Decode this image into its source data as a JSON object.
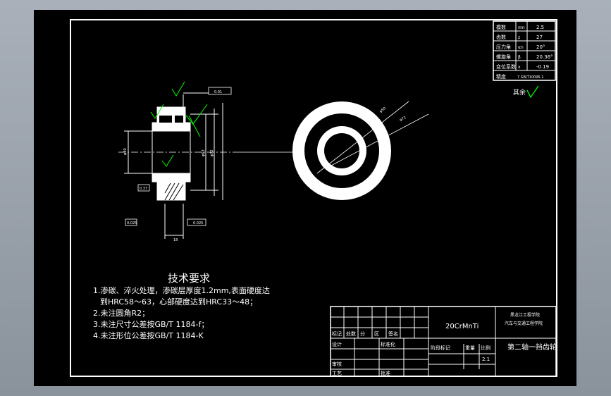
{
  "colors": {
    "background": "#000000",
    "line": "#ffffff",
    "accent": "#00ff00",
    "frame": "#a9b0ba"
  },
  "params": {
    "rows": [
      {
        "name": "模数",
        "sym": "mn",
        "val": "2.5"
      },
      {
        "name": "齿数",
        "sym": "z",
        "val": "27"
      },
      {
        "name": "压力角",
        "sym": "αn",
        "val": "20°"
      },
      {
        "name": "螺旋角",
        "sym": "β",
        "val": "20.36°"
      },
      {
        "name": "变位系数",
        "sym": "x",
        "val": "-0.19"
      },
      {
        "name": "精度",
        "sym": "",
        "val": "7 GB/T10095.1"
      }
    ]
  },
  "roughness_note": "其余",
  "tech": {
    "title": "技术要求",
    "lines": [
      "1.渗碳、淬火处理，渗碳层厚度1.2mm,表面硬度达",
      "到HRC58～63，心部硬度达到HRC33～48；",
      "2.未注圆角R2；",
      "3.未注尺寸公差按GB/T 1184-f；",
      "4.未注形位公差按GB/T 1184-K"
    ]
  },
  "titleblock": {
    "material": "20CrMnTi",
    "school": "黑龙江工程学院",
    "dept": "汽车与交通工程学院",
    "part_name": "第二轴一挡齿轮",
    "scale": "2.1",
    "row_labels": [
      "标记",
      "处数",
      "分",
      "区",
      "签名",
      "设计",
      "标准化",
      "阶段标记",
      "重量",
      "比例",
      "审核",
      "工艺",
      "批准"
    ]
  },
  "dims": {
    "d1": "0.01",
    "d2": "0.025",
    "d3": "0.025",
    "v1": "φ30",
    "v2": "φ63",
    "v3": "φ72",
    "ring1": "φ50",
    "ring2": "φ72",
    "len": "18",
    "gap": "0.37"
  }
}
